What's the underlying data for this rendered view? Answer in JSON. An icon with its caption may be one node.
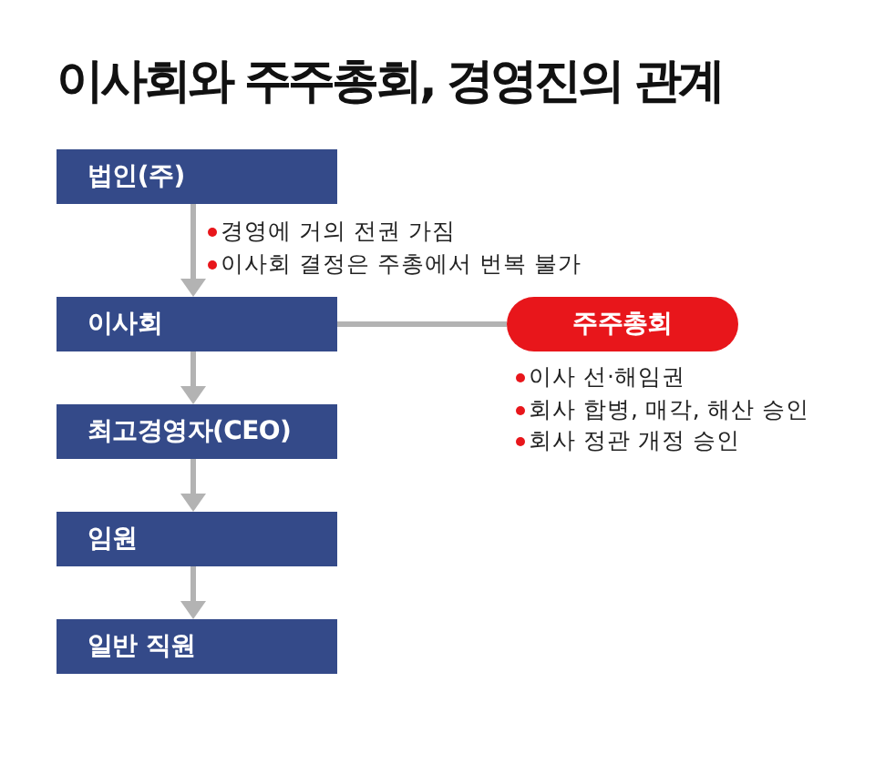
{
  "diagram": {
    "title": "이사회와 주주총회, 경영진의 관계",
    "nodes": [
      {
        "text": [
          "법인(주)"
        ]
      },
      {
        "text": [
          "이사회"
        ]
      },
      {
        "text": [
          "최고경영자(CEO)"
        ]
      },
      {
        "text": [
          "임원"
        ]
      },
      {
        "text": [
          "일반 직원"
        ]
      },
      {
        "text": [
          "주주총회"
        ],
        "beside": [
          "이사 선·해임권",
          "회사 합병, 매각, 해산 승인",
          "회사 정관 개정 승인"
        ]
      }
    ],
    "edges": [
      {
        "from": 0,
        "to": 1,
        "arrow": "to"
      },
      {
        "from": 1,
        "to": 2,
        "arrow": "to"
      },
      {
        "from": 2,
        "to": 3,
        "arrow": "to"
      },
      {
        "from": 3,
        "to": 4,
        "arrow": "to"
      },
      {
        "from": 1,
        "to": 5,
        "arrow": "none"
      }
    ],
    "labels": [
      "경영에 거의 전권 가짐",
      "이사회 결정은 주총에서 번복 불가"
    ]
  }
}
